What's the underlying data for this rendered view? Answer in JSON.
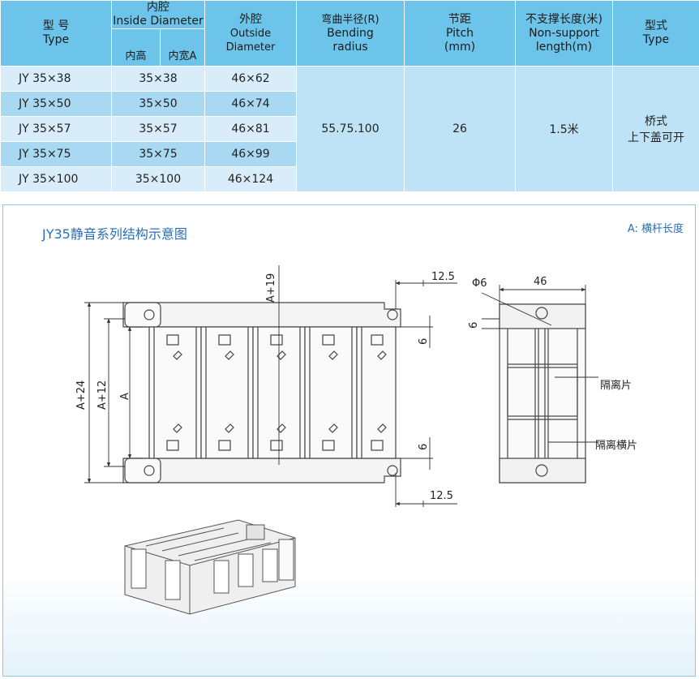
{
  "table": {
    "header": {
      "model_cn": "型 号",
      "model_en": "Type",
      "inner_cn": "内腔",
      "inner_en": "Inside Diameter",
      "inner_height": "内高",
      "inner_width": "内宽A",
      "outer_cn": "外腔",
      "outer_en": "Outside Diameter",
      "bend_cn": "弯曲半径(R)",
      "bend_en1": "Bending",
      "bend_en2": "radius",
      "pitch_cn": "节距",
      "pitch_en": "Pitch",
      "pitch_unit": "(mm)",
      "support_cn": "不支撑长度(米)",
      "support_en1": "Non-support",
      "support_en2": "length(m)",
      "type_cn": "型式",
      "type_en": "Type"
    },
    "rows": [
      {
        "model": "JY  35×38",
        "inner": "35×38",
        "outer": "46×62"
      },
      {
        "model": "JY  35×50",
        "inner": "35×50",
        "outer": "46×74"
      },
      {
        "model": "JY  35×57",
        "inner": "35×57",
        "outer": "46×81"
      },
      {
        "model": "JY  35×75",
        "inner": "35×75",
        "outer": "46×99"
      },
      {
        "model": "JY  35×100",
        "inner": "35×100",
        "outer": "46×124"
      }
    ],
    "merged": {
      "bending_radius": "55.75.100",
      "pitch": "26",
      "non_support_length": "1.5米",
      "type_line1": "桥式",
      "type_line2": "上下盖可开"
    }
  },
  "diagram": {
    "title": "JY35静音系列结构示意图",
    "legend_note": "A: 横杆长度",
    "dims": {
      "a_plus_19": "A+19",
      "a_plus_24": "A+24",
      "a_plus_12": "A+12",
      "a": "A",
      "pitch_top": "12.5",
      "pitch_bottom": "12.5",
      "six_top": "6",
      "six_bottom": "6",
      "phi": "Φ6",
      "width_46": "46",
      "six_side": "6"
    },
    "labels": {
      "separator": "隔离片",
      "cross_separator": "隔离横片"
    }
  },
  "colors": {
    "header_bg": "#6cc4ea",
    "row_light": "#d8edf9",
    "row_dark": "#a9d8f3",
    "merged_bg": "#bfe3f6",
    "title_blue": "#2a6fb5"
  }
}
